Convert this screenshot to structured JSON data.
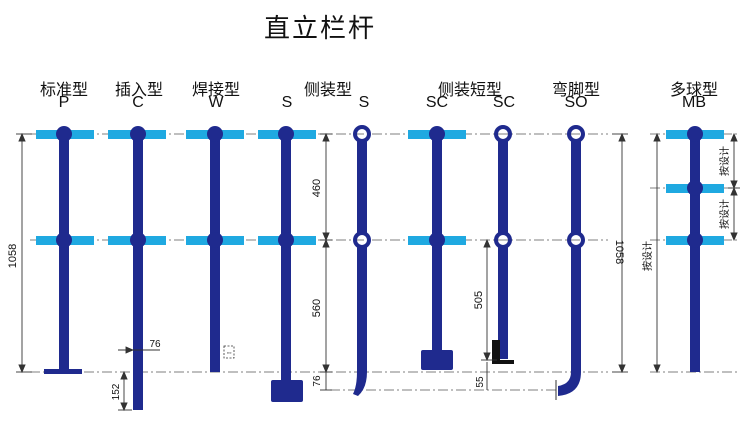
{
  "title": "直立栏杆",
  "colors": {
    "post": "#1f2a8e",
    "rail": "#1fa9e1",
    "line": "#333333"
  },
  "types": [
    {
      "name": "标准型",
      "code": "P"
    },
    {
      "name": "插入型",
      "code": "C"
    },
    {
      "name": "焊接型",
      "code": "W"
    },
    {
      "name": "侧装型",
      "code": "S",
      "code2": "S"
    },
    {
      "name": "侧装短型",
      "code": "SC",
      "code2": "SC"
    },
    {
      "name": "弯脚型",
      "code": "SO"
    },
    {
      "name": "多球型",
      "code": "MB"
    }
  ],
  "dimensions": {
    "height_left": "1058",
    "height_right": "1058",
    "upper_span": "460",
    "lower_span": "560",
    "bottom_offset": "76",
    "insert_offset": "76",
    "insert_depth": "152",
    "short_lower": "505",
    "short_foot": "55",
    "per_design_1": "按设计",
    "per_design_2": "按设计",
    "per_design_3": "按设计"
  }
}
